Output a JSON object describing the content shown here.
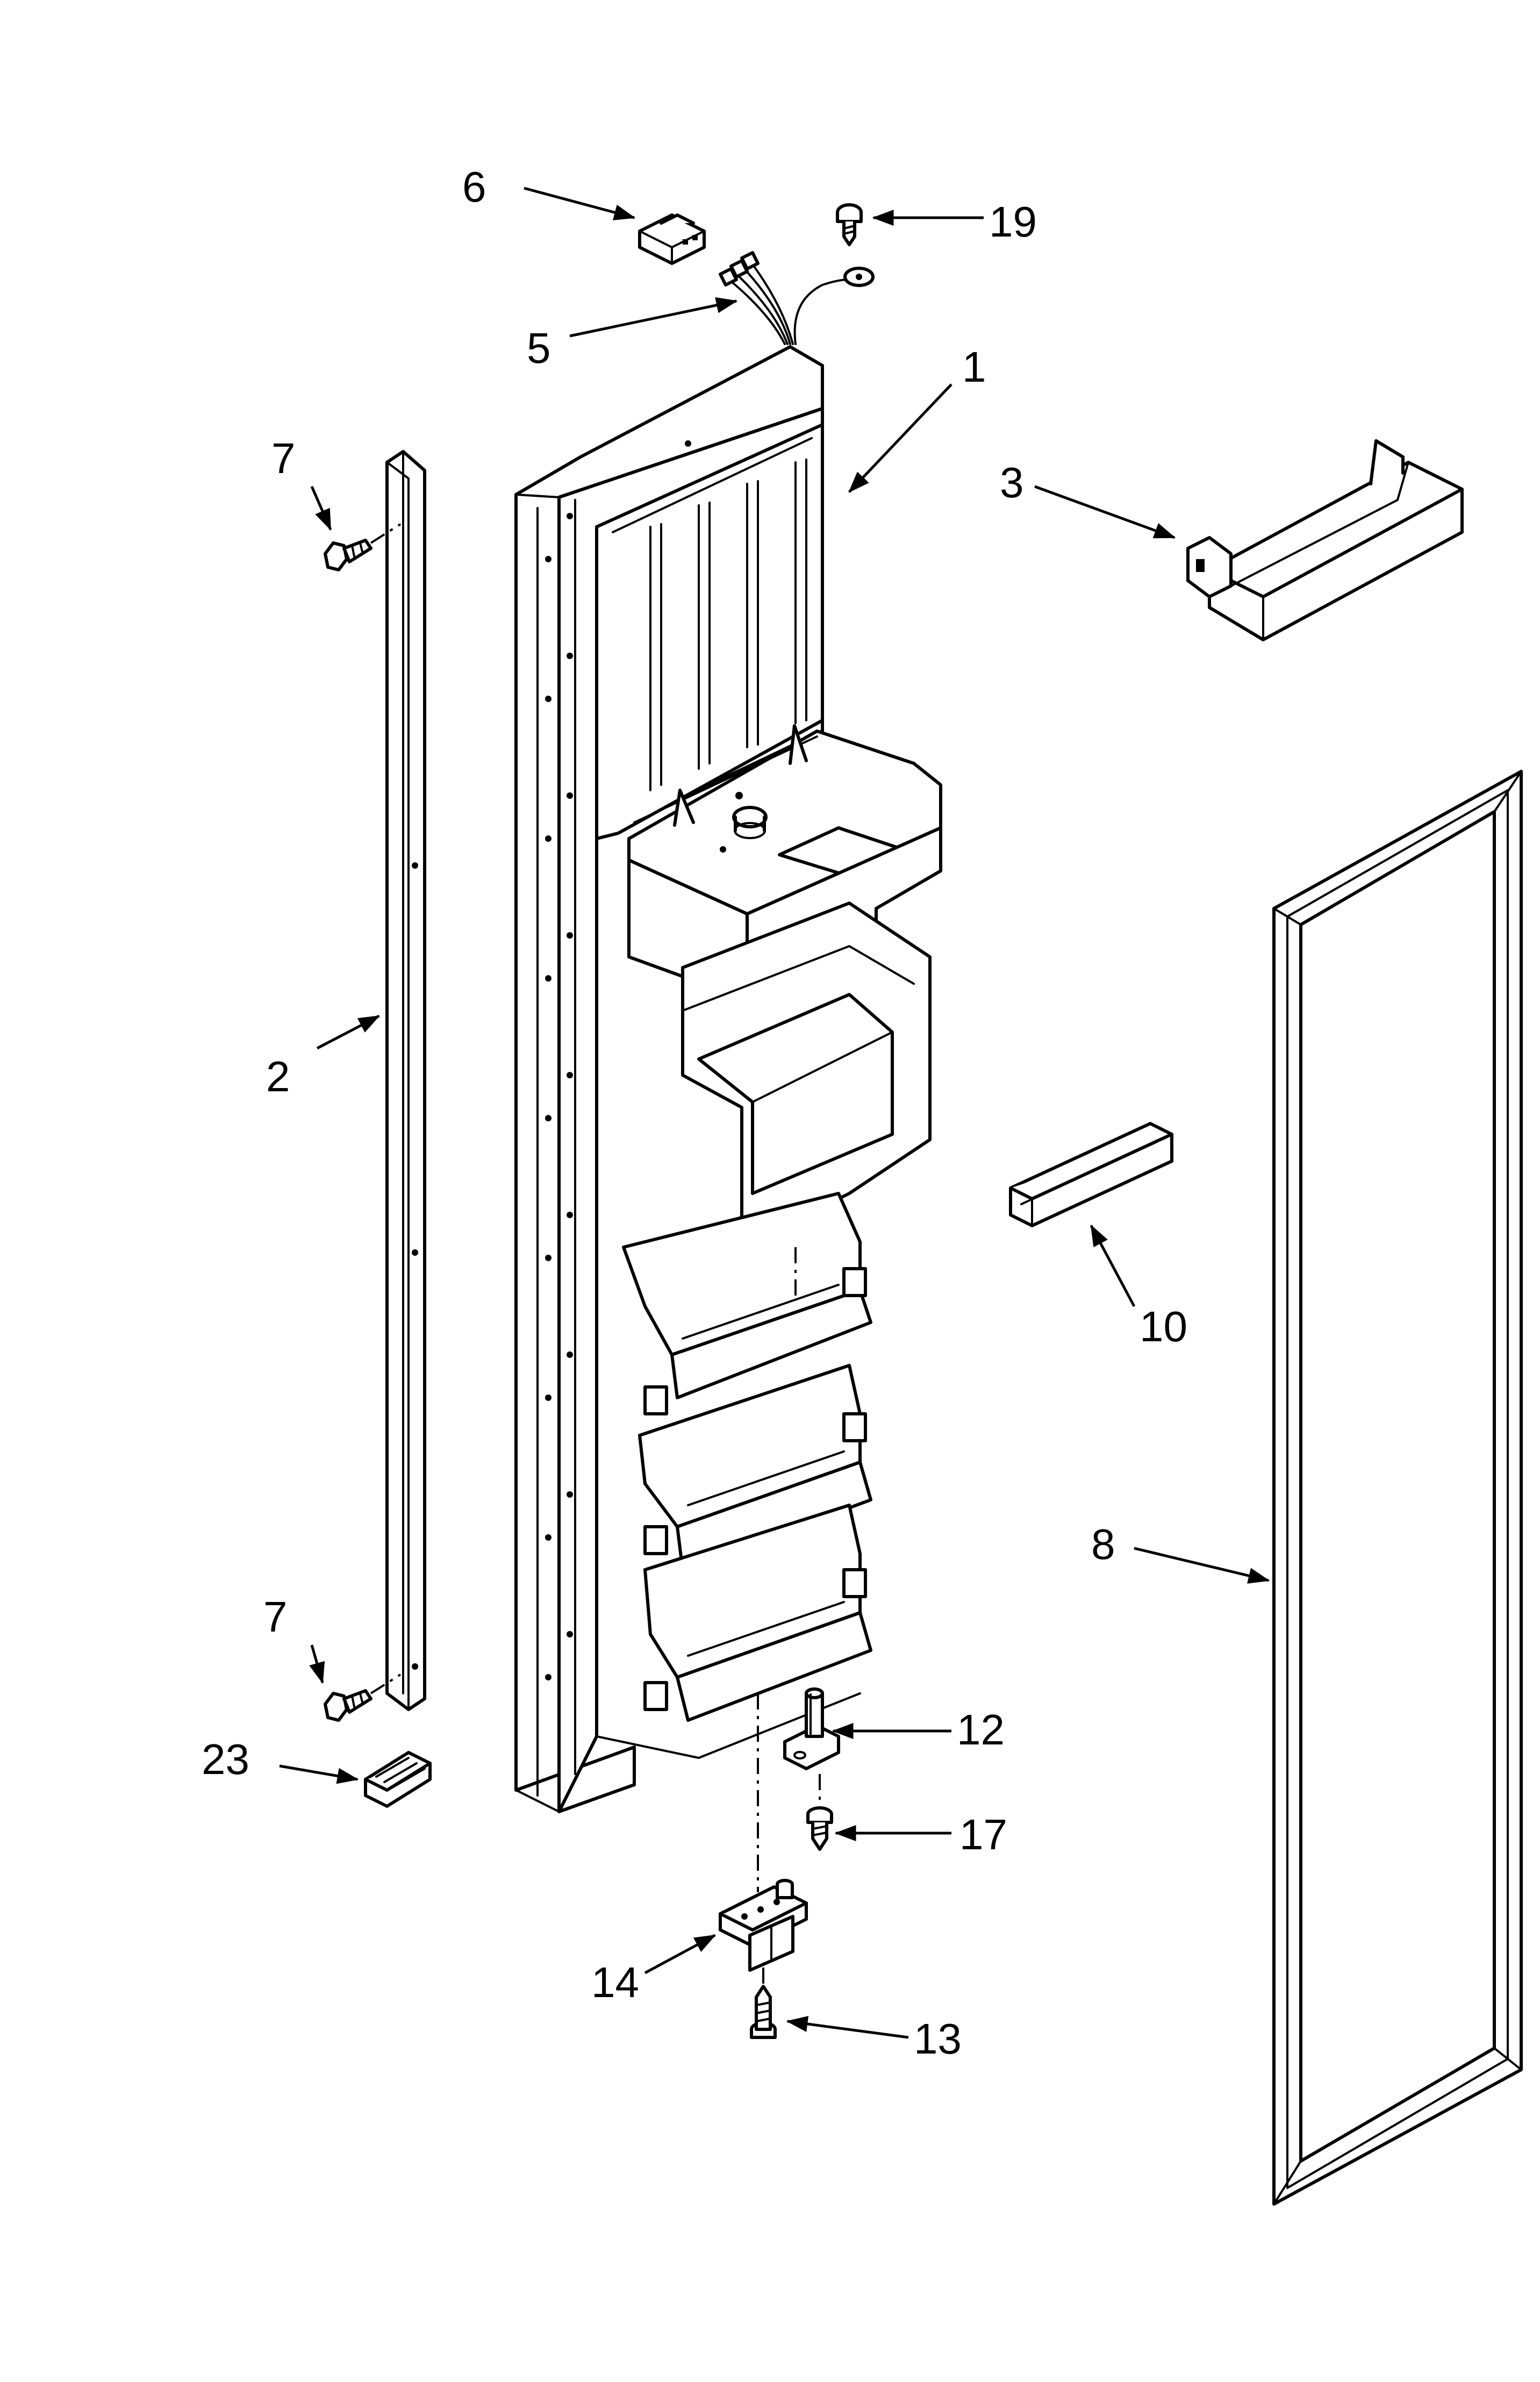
{
  "callouts": {
    "c1": "1",
    "c2": "2",
    "c3": "3",
    "c5": "5",
    "c6": "6",
    "c7a": "7",
    "c7b": "7",
    "c8": "8",
    "c10": "10",
    "c12": "12",
    "c13": "13",
    "c14": "14",
    "c17": "17",
    "c19": "19",
    "c23": "23"
  },
  "colors": {
    "line": "#000000",
    "background": "#ffffff"
  }
}
